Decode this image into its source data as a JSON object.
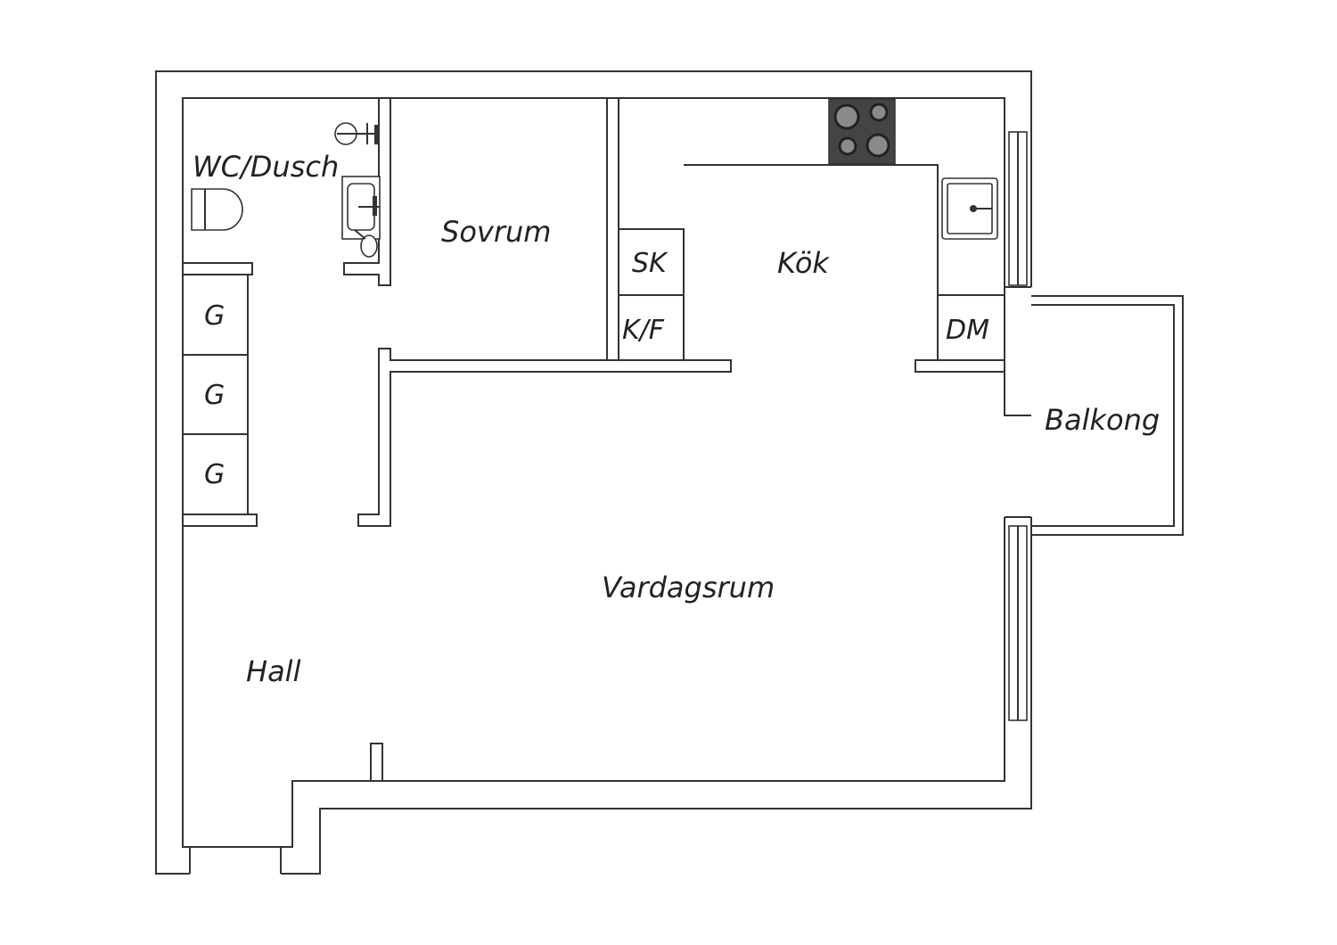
{
  "rooms": {
    "wc": "WC/Dusch",
    "bedroom": "Sovrum",
    "kitchen": "Kök",
    "living": "Vardagsrum",
    "hall": "Hall",
    "balcony": "Balkong"
  },
  "cabinets": {
    "sk": "SK",
    "kf": "K/F",
    "dm": "DM",
    "wardrobe_1": "G",
    "wardrobe_2": "G",
    "wardrobe_3": "G"
  },
  "colors": {
    "wall_line": "#333333",
    "background": "#ffffff",
    "stove": "#444444",
    "burner": "#8a8a8a"
  },
  "icons": [
    "stove-icon",
    "sink-icon",
    "toilet-icon",
    "washbasin-icon",
    "shower-icon"
  ]
}
